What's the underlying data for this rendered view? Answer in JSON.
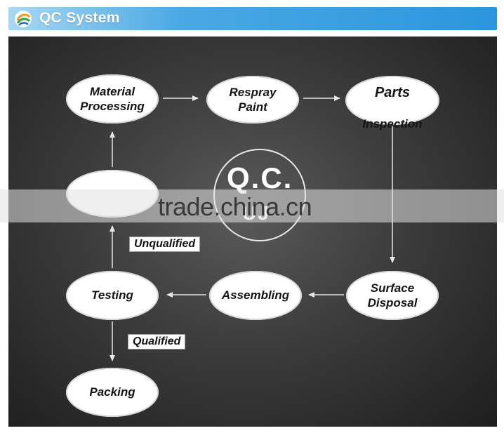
{
  "header": {
    "title": "QC System",
    "logo_icon": "swirl-logo-icon"
  },
  "center_emblem": {
    "text": "Q.C.",
    "sub_text": "UJ"
  },
  "watermark": {
    "text": "trade.china.cn"
  },
  "nodes": {
    "material": "Material\nProcessing",
    "respray": "Respray\nPaint",
    "parts_line1": "Parts",
    "parts_line2": "Inspection",
    "surface": "Surface\nDisposal",
    "assembling": "Assembling",
    "testing": "Testing",
    "packing": "Packing",
    "hidden": ""
  },
  "edge_labels": {
    "unqualified": "Unqualified",
    "qualified": "Qualified"
  },
  "colors": {
    "header_blue": "#2b96de",
    "background_dark": "#2f2f2f",
    "node_fill": "#ffffff",
    "arrow": "#e6e6e6"
  }
}
